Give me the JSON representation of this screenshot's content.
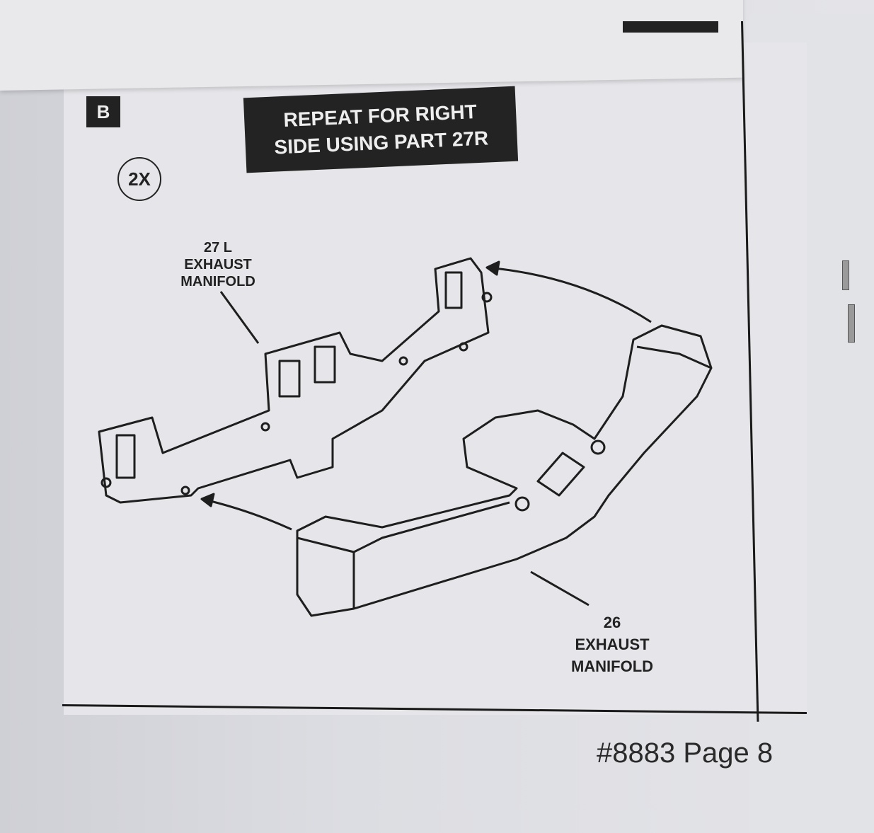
{
  "step": {
    "letter": "B",
    "quantity": "2X"
  },
  "banner": {
    "line1": "REPEAT FOR RIGHT",
    "line2": "SIDE USING PART 27R"
  },
  "parts": [
    {
      "number": "27 L",
      "line1": "EXHAUST",
      "line2": "MANIFOLD"
    },
    {
      "number": "26",
      "line1": "EXHAUST",
      "line2": "MANIFOLD"
    }
  ],
  "footer": {
    "page_label": "#8883 Page 8"
  }
}
